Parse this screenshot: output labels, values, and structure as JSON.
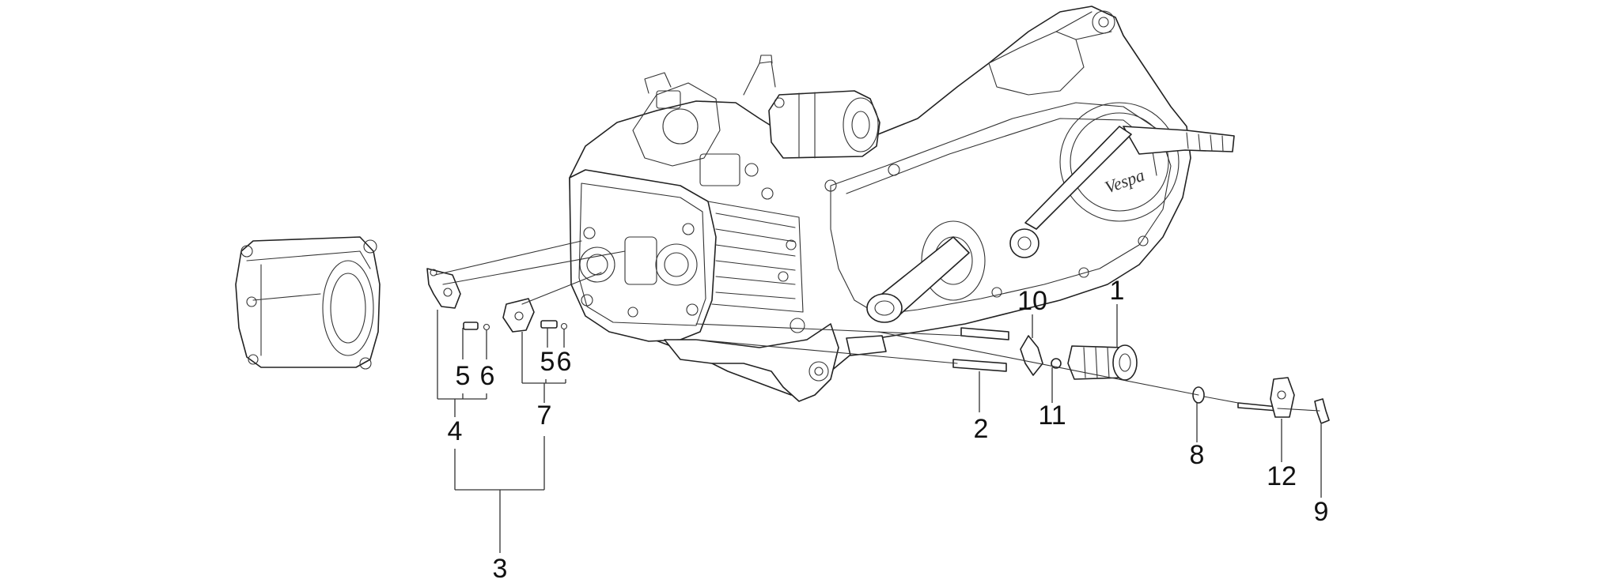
{
  "labels": {
    "l1": "1",
    "l2": "2",
    "l3": "3",
    "l4": "4",
    "l5a": "5",
    "l6a": "6",
    "l5b": "5",
    "l6b": "6",
    "l7": "7",
    "l8": "8",
    "l9": "9",
    "l10": "10",
    "l11": "11",
    "l12": "12"
  },
  "brand_logo": "Vespa",
  "colors": {
    "line": "#222222",
    "background": "#ffffff"
  }
}
